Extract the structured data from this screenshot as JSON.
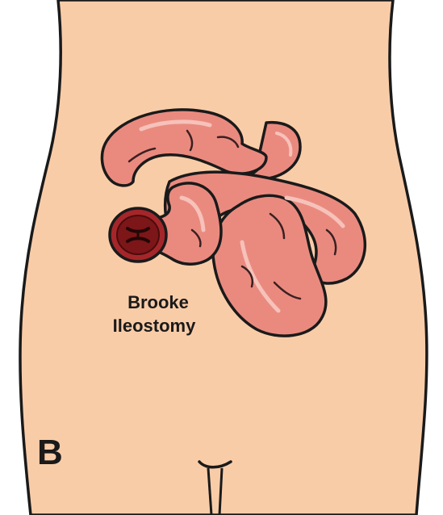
{
  "figure": {
    "panel_letter": "B",
    "stoma_label_line1": "Brooke",
    "stoma_label_line2": "Ileostomy"
  },
  "colors": {
    "skin": "#f9cca8",
    "outline": "#1a1a1a",
    "bowel_fill": "#ea8a7f",
    "bowel_fold": "#3a2020",
    "bowel_highlight": "#f6c2ba",
    "stoma_outer": "#a5262a",
    "stoma_inner": "#7c1618",
    "stoma_slit": "#240606",
    "background": "#ffffff"
  },
  "icons": {
    "torso": "torso-outline-illustration",
    "bowel": "small-intestine-loops-illustration",
    "stoma": "stoma-opening-illustration",
    "navel": "navel-line"
  }
}
